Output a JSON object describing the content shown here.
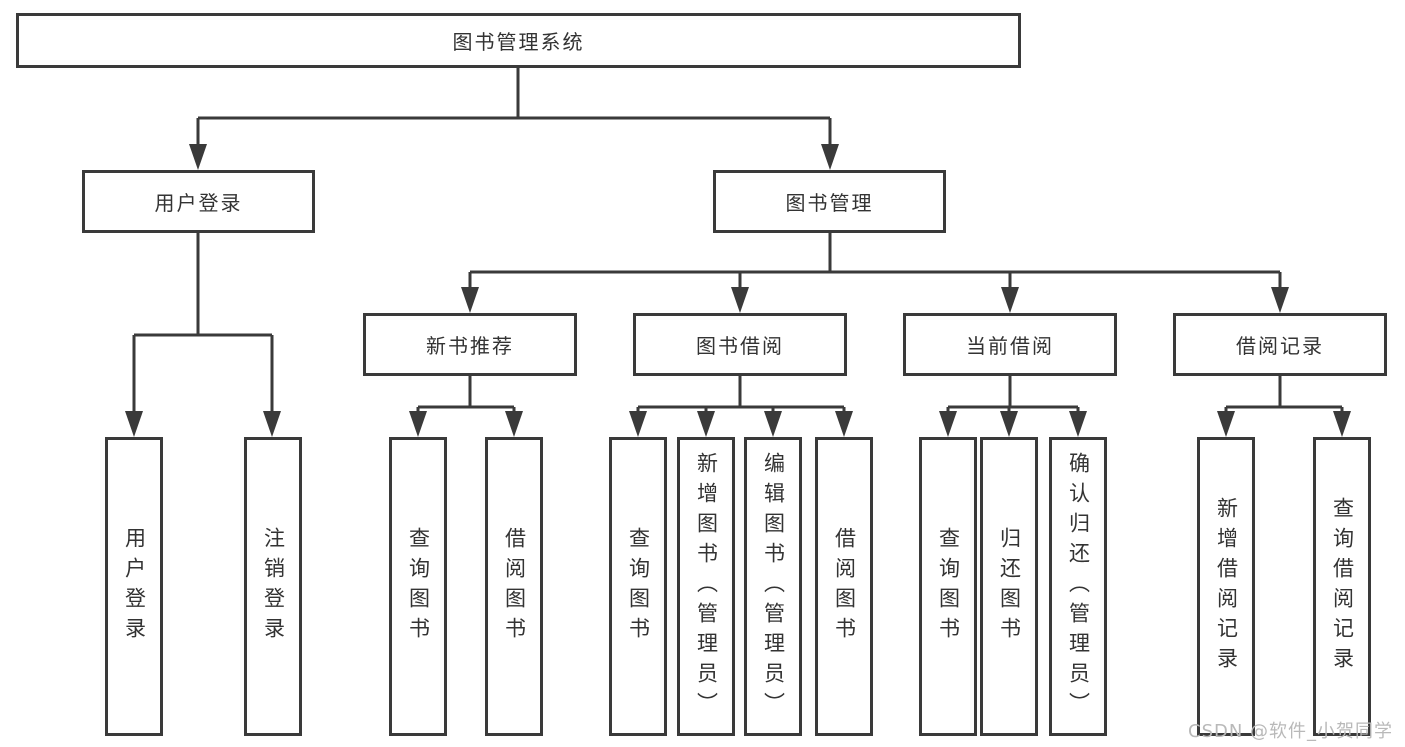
{
  "colors": {
    "background": "#ffffff",
    "line": "#3a3a3a",
    "box_border": "#3a3a3a",
    "text": "#333333",
    "watermark_text": "#b9b9b9"
  },
  "diagram": {
    "root": {
      "label": "图书管理系统"
    },
    "level2": [
      {
        "label": "用户登录"
      },
      {
        "label": "图书管理"
      }
    ],
    "level3": [
      {
        "label": "新书推荐"
      },
      {
        "label": "图书借阅"
      },
      {
        "label": "当前借阅"
      },
      {
        "label": "借阅记录"
      }
    ],
    "leaves": [
      {
        "label": "用户登录"
      },
      {
        "label": "注销登录"
      },
      {
        "label": "查询图书"
      },
      {
        "label": "借阅图书"
      },
      {
        "label": "查询图书"
      },
      {
        "label": "新增图书（管理员）"
      },
      {
        "label": "编辑图书（管理员）"
      },
      {
        "label": "借阅图书"
      },
      {
        "label": "查询图书"
      },
      {
        "label": "归还图书"
      },
      {
        "label": "确认归还（管理员）"
      },
      {
        "label": "新增借阅记录"
      },
      {
        "label": "查询借阅记录"
      }
    ],
    "hierarchy": {
      "图书管理系统": {
        "用户登录": [
          "用户登录",
          "注销登录"
        ],
        "图书管理": {
          "新书推荐": [
            "查询图书",
            "借阅图书"
          ],
          "图书借阅": [
            "查询图书",
            "新增图书（管理员）",
            "编辑图书（管理员）",
            "借阅图书"
          ],
          "当前借阅": [
            "查询图书",
            "归还图书",
            "确认归还（管理员）"
          ],
          "借阅记录": [
            "新增借阅记录",
            "查询借阅记录"
          ]
        }
      }
    }
  },
  "watermark": {
    "text": "CSDN @软件_小贺同学"
  }
}
